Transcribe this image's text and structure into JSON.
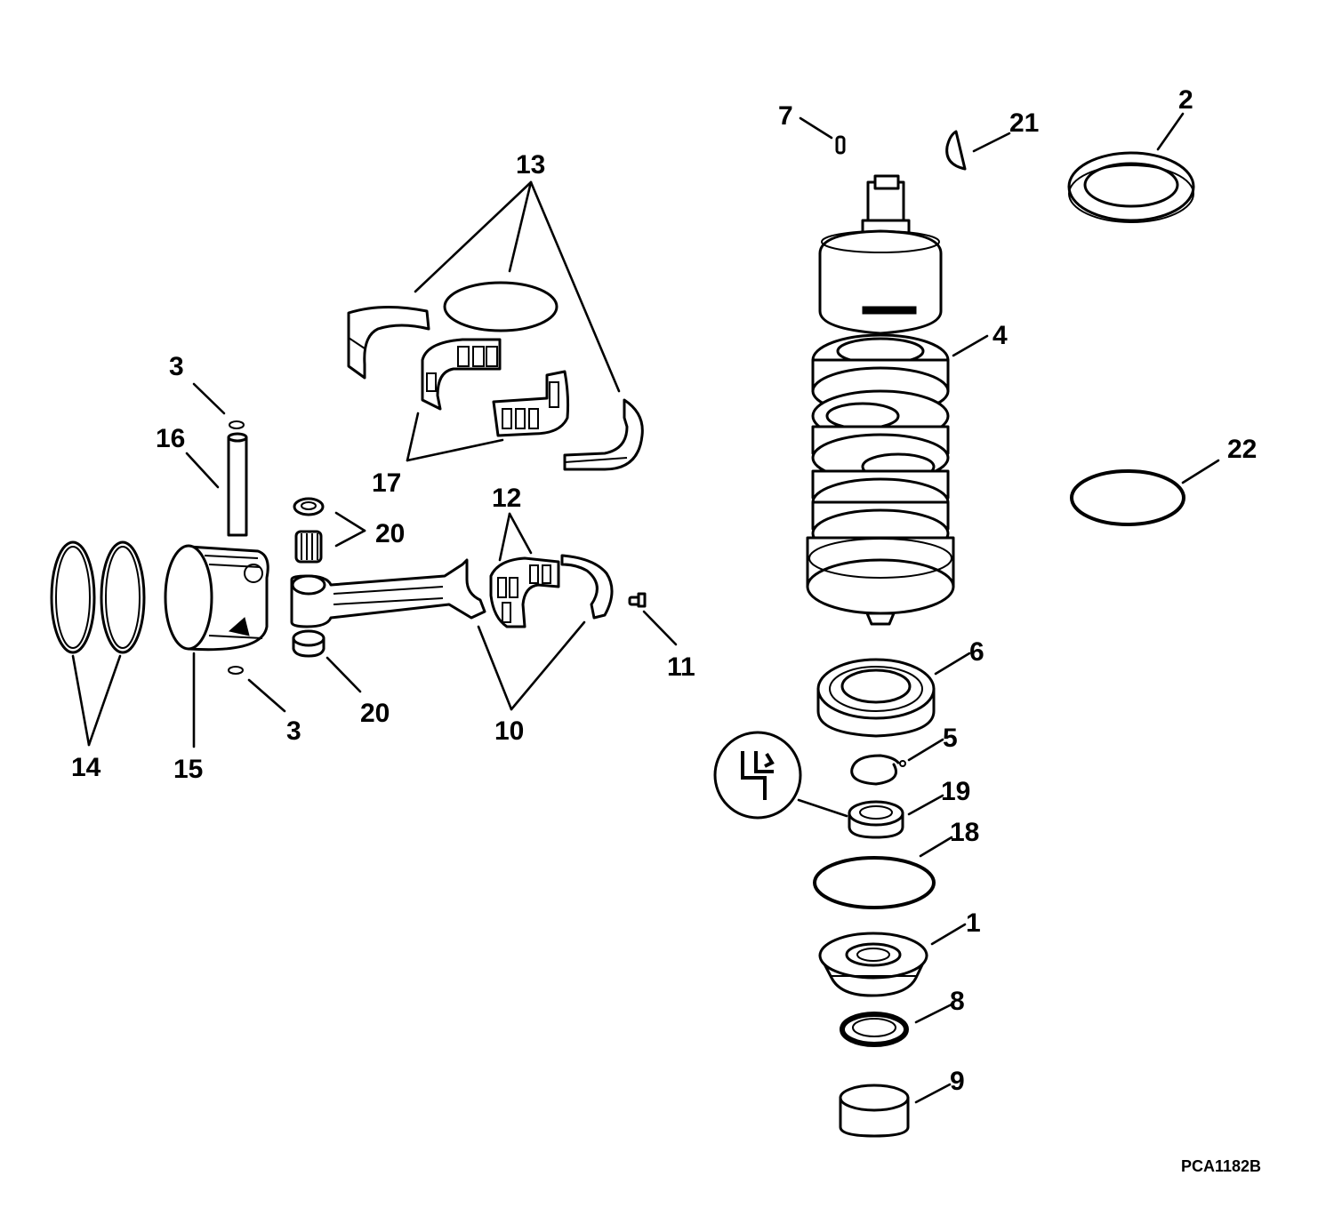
{
  "diagram": {
    "callouts": [
      "1",
      "2",
      "3",
      "3",
      "4",
      "5",
      "6",
      "7",
      "8",
      "9",
      "10",
      "11",
      "12",
      "13",
      "14",
      "15",
      "16",
      "17",
      "18",
      "19",
      "20",
      "20",
      "21",
      "22"
    ],
    "figure_code": "PCA1182B"
  },
  "colors": {
    "line": "#000000",
    "background": "#ffffff"
  }
}
